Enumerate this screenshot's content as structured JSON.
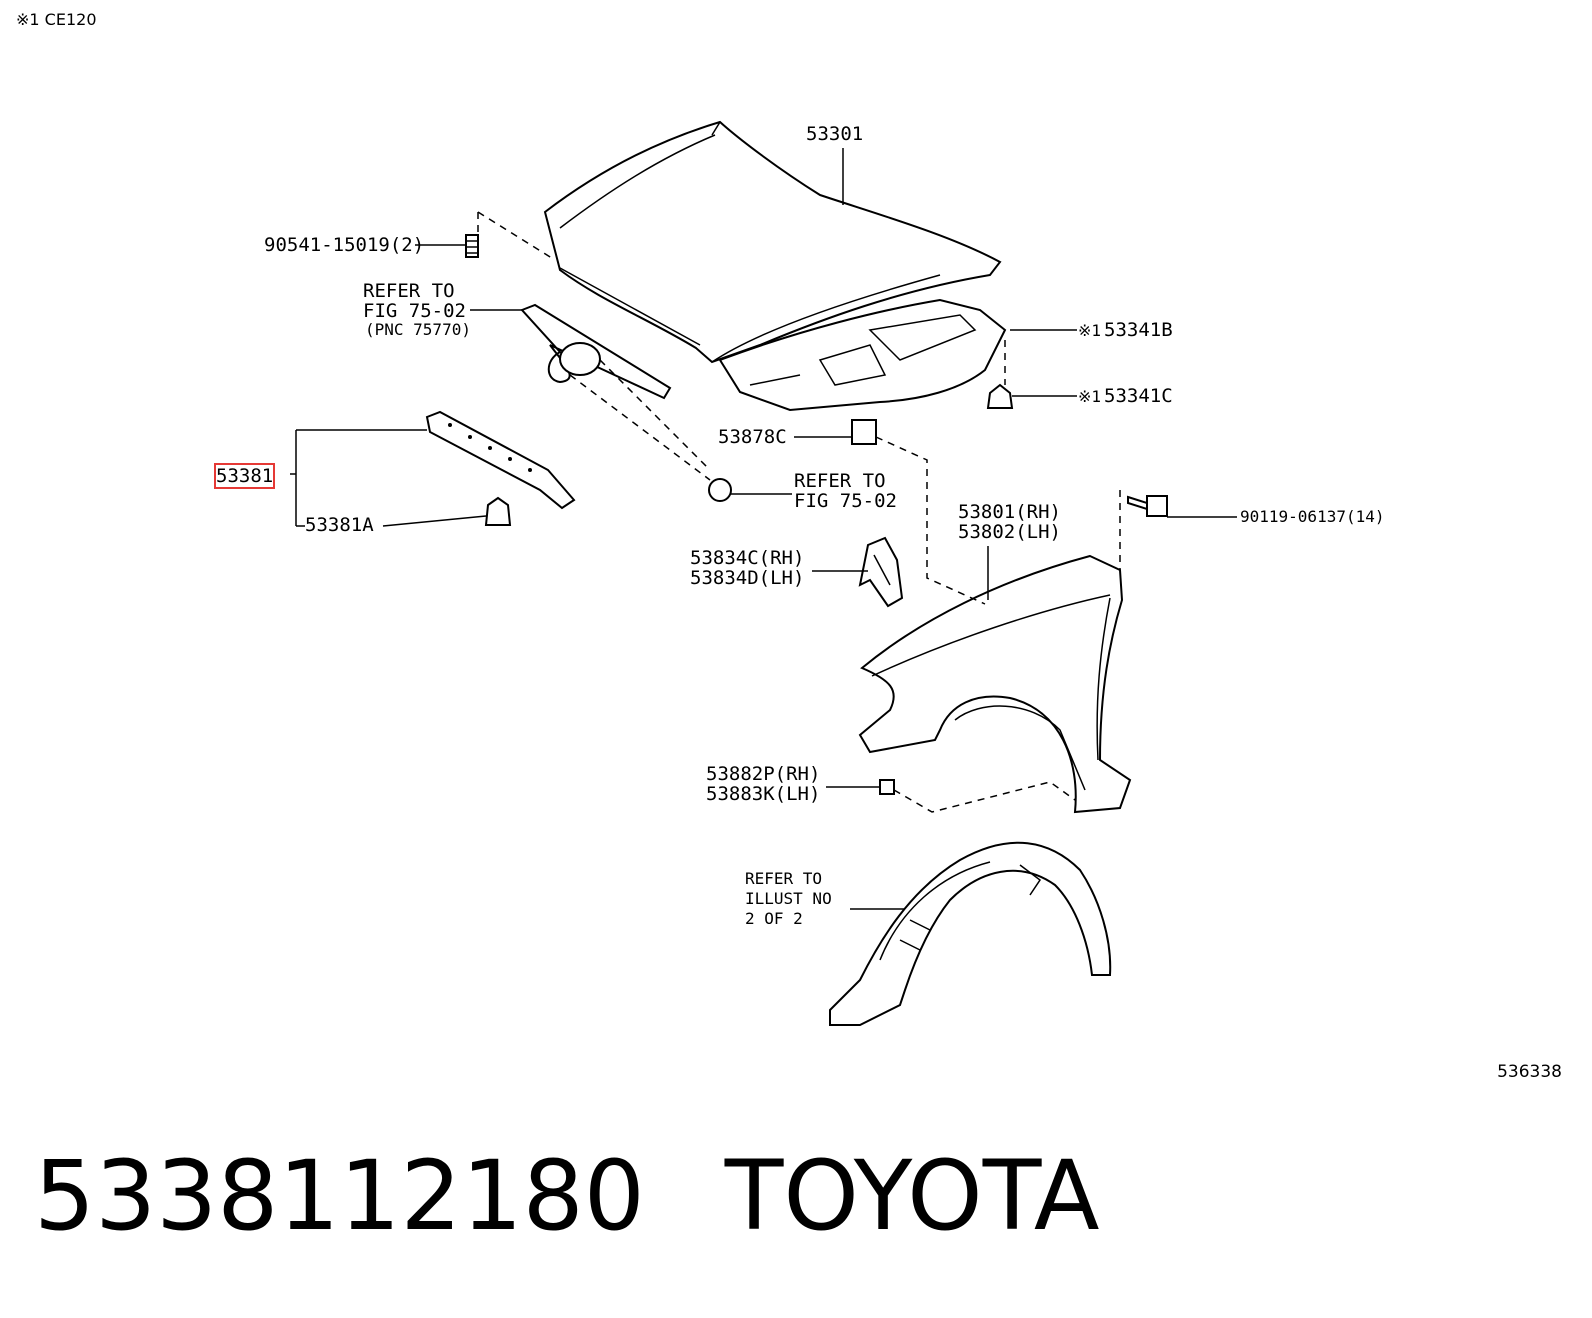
{
  "header_note": "※1 CE120",
  "illustration_number": "536338",
  "footer": {
    "part_number": "5338112180",
    "brand": "TOYOTA"
  },
  "callouts": {
    "hood": "53301",
    "bumper_cushion": "90541-15019(2)",
    "refer_grille_1": "REFER TO",
    "refer_grille_2": "FIG 75-02",
    "refer_grille_3": "(PNC 75770)",
    "hood_insulator": "53341B",
    "hood_insulator_note": "※1",
    "insulator_clip": "53341C",
    "insulator_clip_note": "※1",
    "seal_highlighted": "53381",
    "seal_clip": "53381A",
    "fender_clip": "53878C",
    "refer_clip_1": "REFER TO",
    "refer_clip_2": "FIG 75-02",
    "fender_rh": "53801(RH)",
    "fender_lh": "53802(LH)",
    "bolt": "90119-06137(14)",
    "protector_rh": "53834C(RH)",
    "protector_lh": "53834D(LH)",
    "seal_pad_rh": "53882P(RH)",
    "seal_pad_lh": "53883K(LH)",
    "refer_liner_1": "REFER TO",
    "refer_liner_2": "ILLUST NO",
    "refer_liner_3": "2 OF 2"
  },
  "highlight_color": "#e53935"
}
